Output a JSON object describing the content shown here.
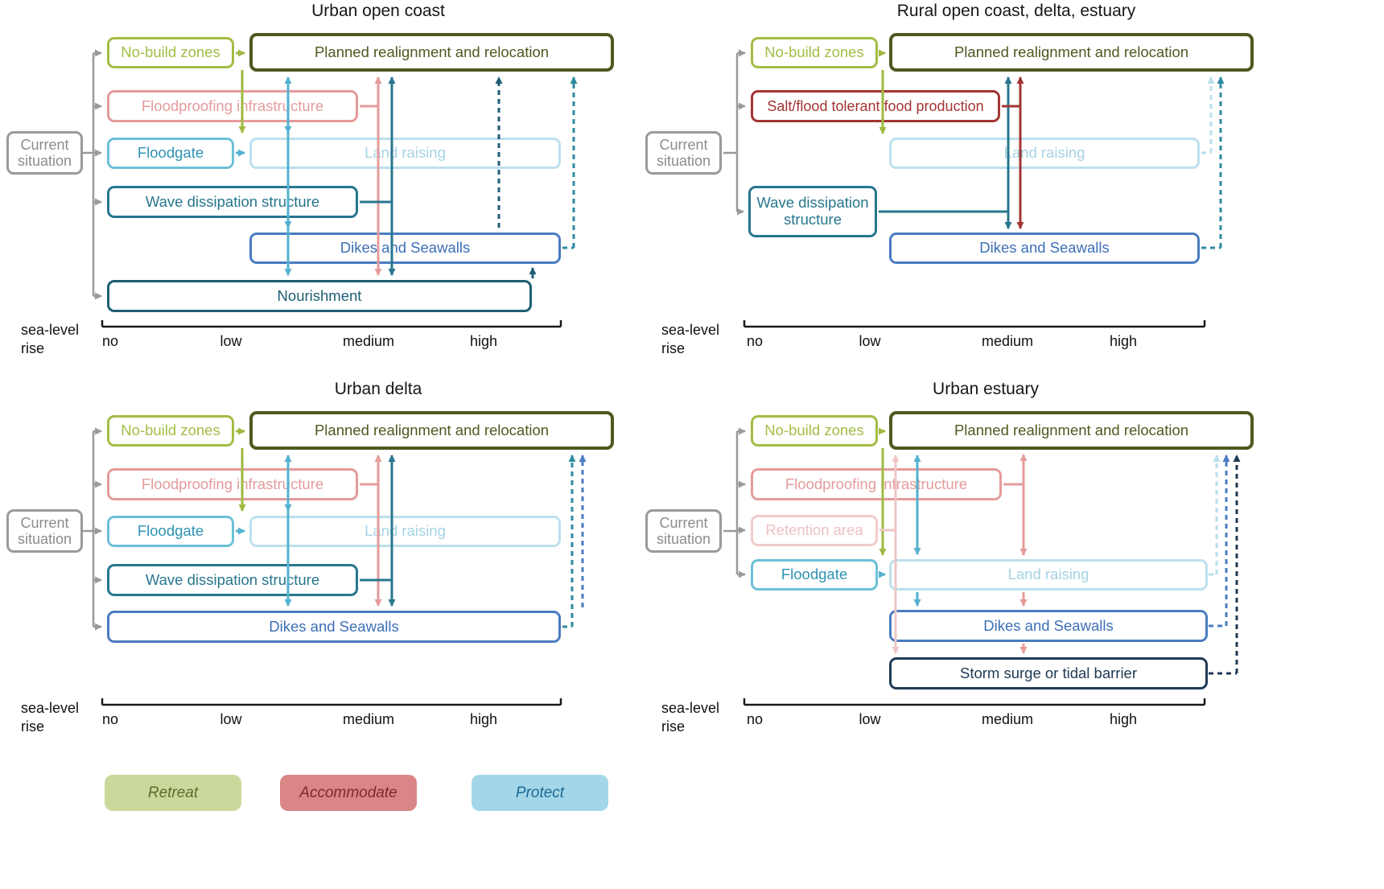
{
  "colors": {
    "retreat_light": "#a2bd45",
    "retreat_dark": "#4d5a20",
    "accommodate_light": "#e59b9b",
    "accommodate_dark": "#a23533",
    "accommodate_pale": "#eec6c6",
    "protect_floodgate": "#53b2cf",
    "protect_land_raising": "#b9dfec",
    "protect_wave": "#27768e",
    "protect_dikes": "#4a7cc0",
    "protect_nourishment": "#1d5e74",
    "protect_barrier": "#203a54",
    "current_gray": "#9a9a9a",
    "legend_retreat_bg": "#cbd89c",
    "legend_accommodate_bg": "#da8686",
    "legend_protect_bg": "#a3d6e8"
  },
  "legend": {
    "items": [
      {
        "label": "Retreat"
      },
      {
        "label": "Accommodate"
      },
      {
        "label": "Protect"
      }
    ]
  },
  "panels": [
    {
      "title": "Urban open coast",
      "current": "Current\nsituation",
      "axis": {
        "label": "sea-level\nrise",
        "ticks": [
          "no",
          "low",
          "medium",
          "high"
        ]
      },
      "boxes": {
        "no_build": "No-build zones",
        "planned": "Planned realignment and relocation",
        "floodproof": "Floodproofing infrastructure",
        "floodgate": "Floodgate",
        "land": "Land raising",
        "wave": "Wave dissipation structure",
        "dikes": "Dikes and Seawalls",
        "nourish": "Nourishment"
      }
    },
    {
      "title": "Rural open coast, delta, estuary",
      "current": "Current\nsituation",
      "axis": {
        "label": "sea-level\nrise",
        "ticks": [
          "no",
          "low",
          "medium",
          "high"
        ]
      },
      "boxes": {
        "no_build": "No-build zones",
        "planned": "Planned realignment and relocation",
        "salt": "Salt/flood tolerant food production",
        "land": "Land raising",
        "wave": "Wave dissipation structure",
        "dikes": "Dikes and Seawalls"
      }
    },
    {
      "title": "Urban delta",
      "current": "Current\nsituation",
      "axis": {
        "label": "sea-level\nrise",
        "ticks": [
          "no",
          "low",
          "medium",
          "high"
        ]
      },
      "boxes": {
        "no_build": "No-build zones",
        "planned": "Planned realignment and relocation",
        "floodproof": "Floodproofing infrastructure",
        "floodgate": "Floodgate",
        "land": "Land raising",
        "wave": "Wave dissipation structure",
        "dikes": "Dikes and Seawalls"
      }
    },
    {
      "title": "Urban estuary",
      "current": "Current\nsituation",
      "axis": {
        "label": "sea-level\nrise",
        "ticks": [
          "no",
          "low",
          "medium",
          "high"
        ]
      },
      "boxes": {
        "no_build": "No-build zones",
        "planned": "Planned realignment and relocation",
        "floodproof": "Floodproofing infrastructure",
        "retention": "Retention area",
        "floodgate": "Floodgate",
        "land": "Land raising",
        "dikes": "Dikes and Seawalls",
        "barrier": "Storm surge or tidal barrier"
      }
    }
  ]
}
